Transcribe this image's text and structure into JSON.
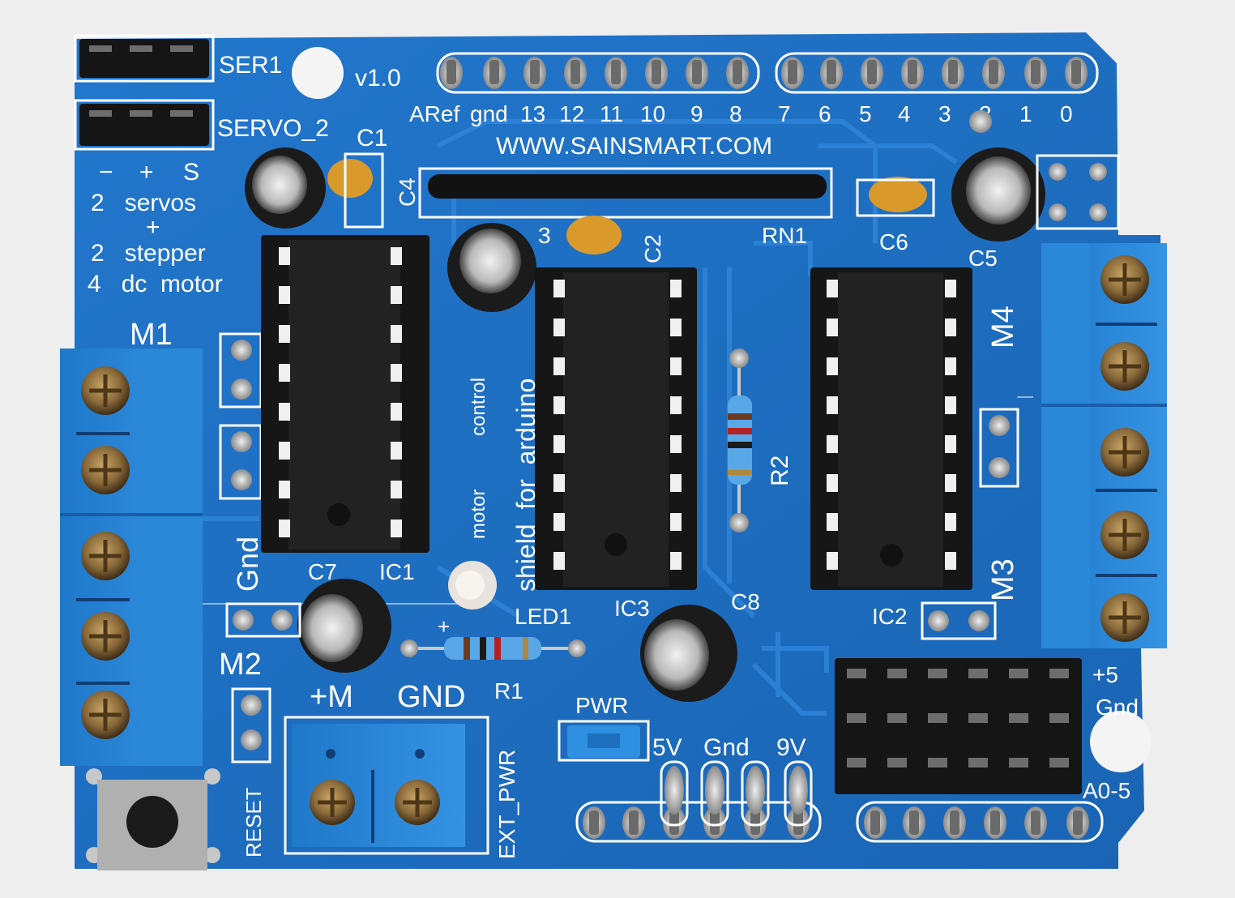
{
  "colors": {
    "background": "#eeeeef",
    "pcb": "#1e6fc2",
    "pcb_dark": "#1559a6",
    "silkscreen": "#ffffff",
    "terminal_block": "#2a85d6",
    "chip": "#1c1c1e",
    "header_black": "#1a1a1a",
    "capacitor_ceramic": "#d99a2b",
    "jumper": "#2f8fe0"
  },
  "labels": {
    "ser1": "SER1",
    "servo2": "SERVO_2",
    "version": "v1.0",
    "minus": "−",
    "plus": "+",
    "s": "S",
    "line1": "2   servos",
    "line_plus": "+",
    "line2": "2   stepper",
    "line3": "4   dc  motor",
    "m1": "M1",
    "m2": "M2",
    "m3": "M3",
    "m4": "M4",
    "gnd_side": "Gnd",
    "reset": "RESET",
    "plus_m": "+M",
    "gnd_main": "GND",
    "r1": "R1",
    "r2": "R2",
    "led1": "LED1",
    "led_plus": "+",
    "pwr": "PWR",
    "v5": "5V",
    "gnd_pwr": "Gnd",
    "v9": "9V",
    "ext_pwr": "EXT_PWR",
    "c1": "C1",
    "c2": "C2",
    "c3": "3",
    "c4": "C4",
    "c5": "C5",
    "c6": "C6",
    "c7": "C7",
    "c8": "C8",
    "ic1": "IC1",
    "ic2": "IC2",
    "ic3": "IC3",
    "rn1": "RN1",
    "url": "WWW.SAINSMART.COM",
    "shield": "shield  for  arduino",
    "motor": "motor",
    "control": "control",
    "plus5": "+5",
    "gnd_right": "Gnd",
    "a05": "A0-5"
  },
  "pin_labels": [
    "ARef",
    "gnd",
    "13",
    "12",
    "11",
    "10",
    "9",
    "8",
    "7",
    "6",
    "5",
    "4",
    "3",
    "2",
    "1",
    "0"
  ]
}
